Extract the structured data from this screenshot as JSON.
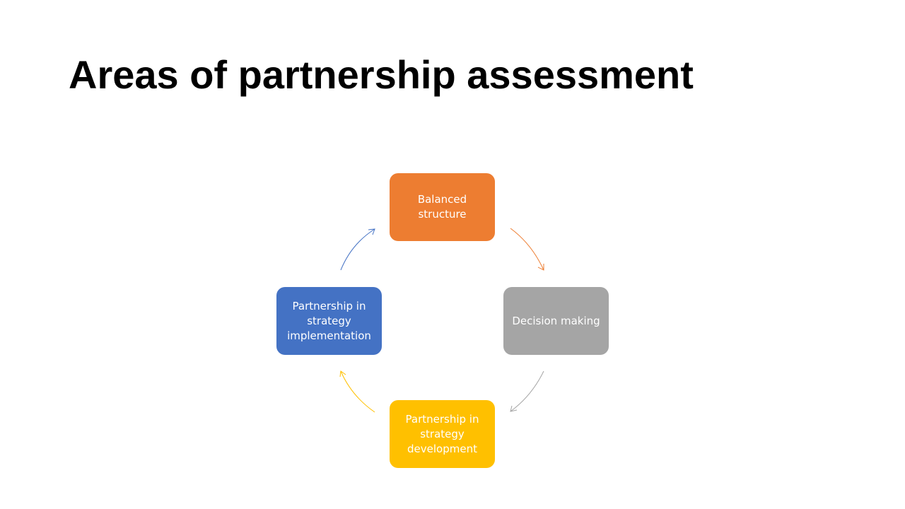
{
  "slide": {
    "title": "Areas of partnership assessment"
  },
  "cycle": {
    "nodes": [
      {
        "label": "Balanced structure",
        "color": "#ED7D31"
      },
      {
        "label": "Decision making",
        "color": "#A5A5A5"
      },
      {
        "label": "Partnership in strategy development",
        "color": "#FFC000"
      },
      {
        "label": "Partnership in strategy implementation",
        "color": "#4472C4"
      }
    ],
    "arrow_colors": [
      "#ED7D31",
      "#A5A5A5",
      "#FFC000",
      "#4472C4"
    ]
  }
}
